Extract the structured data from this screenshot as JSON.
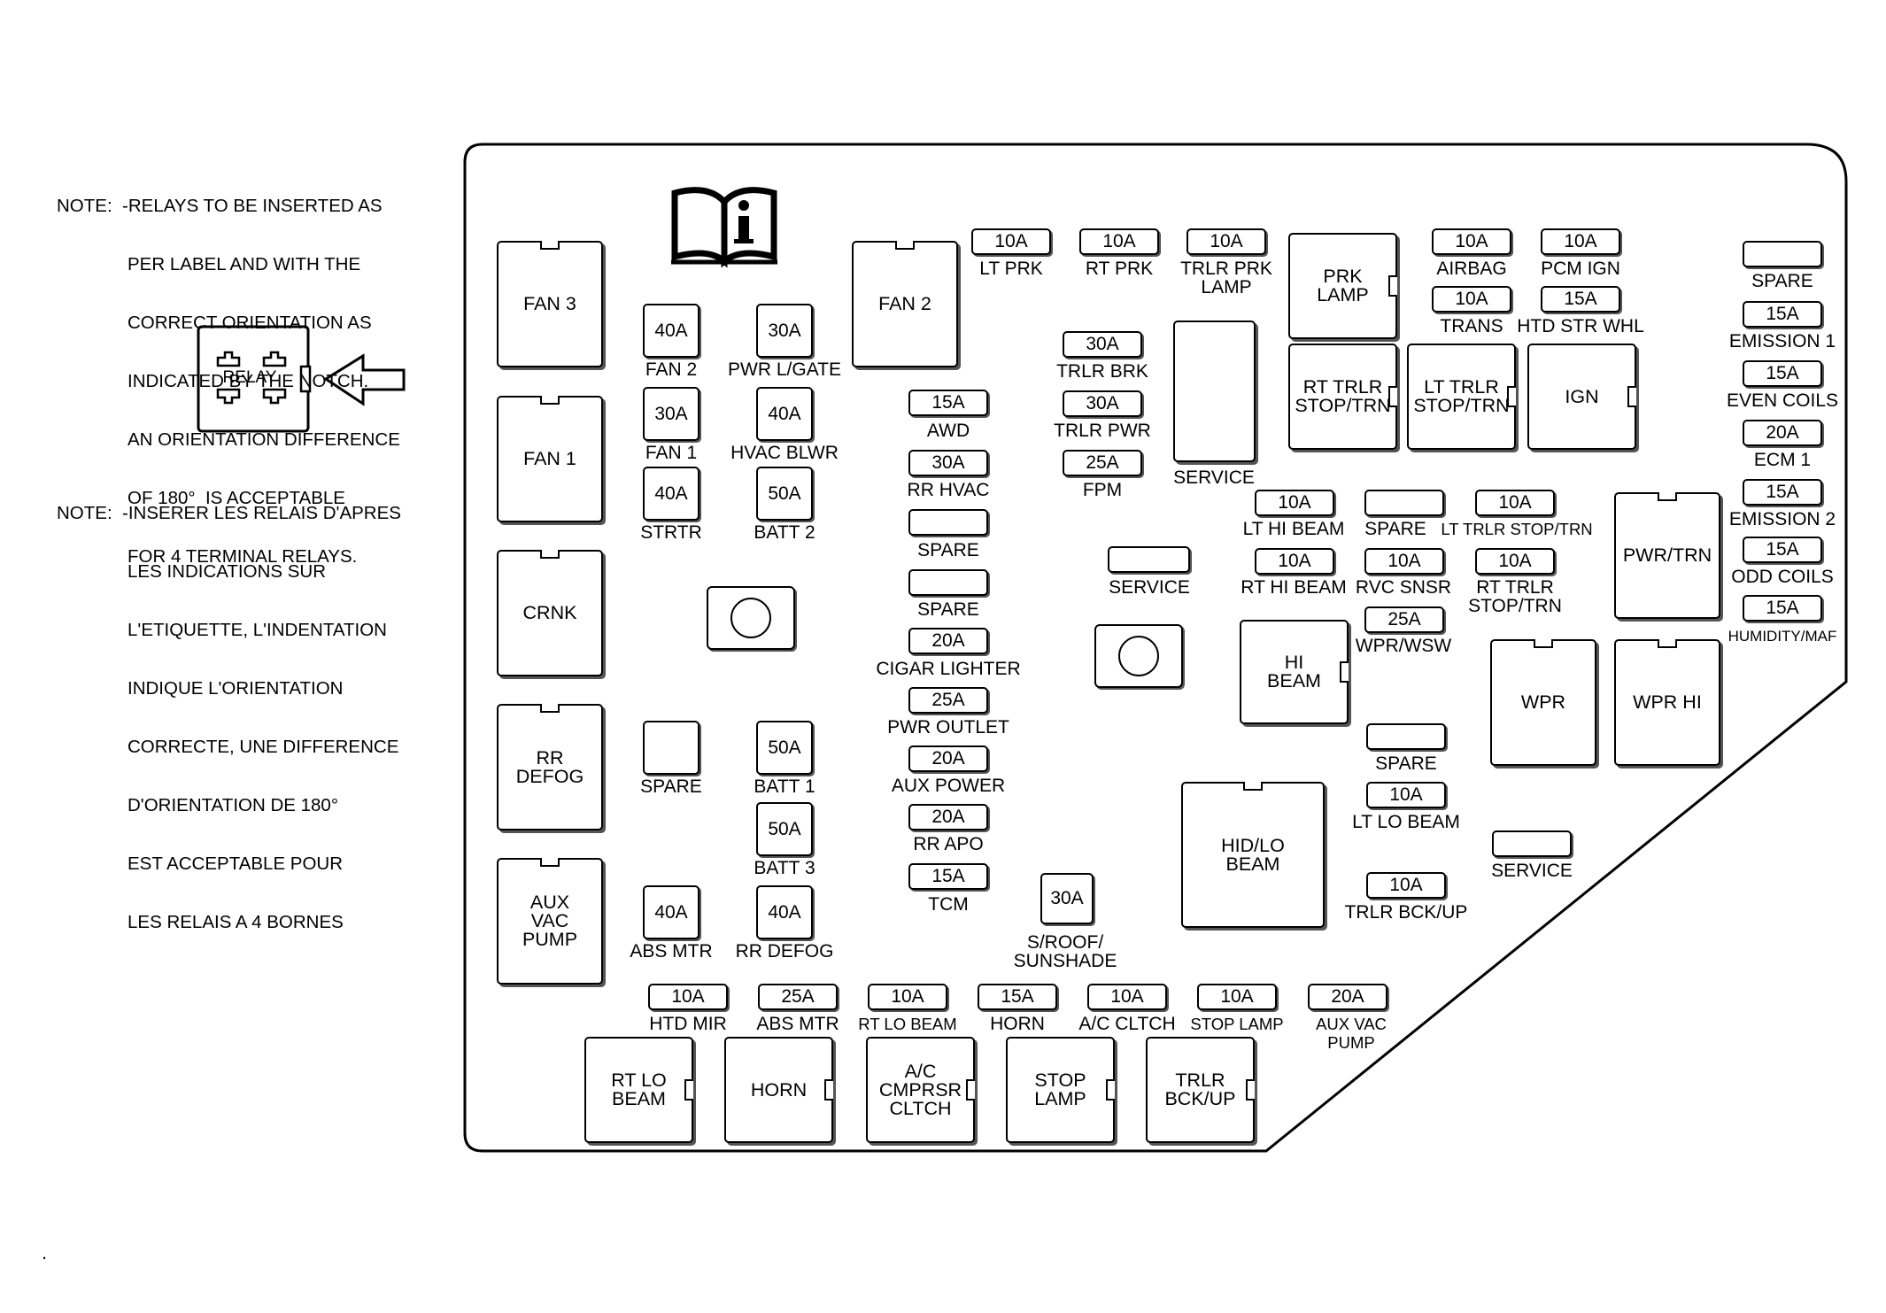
{
  "notes": {
    "en_lines": [
      "NOTE:  -RELAYS TO BE INSERTED AS",
      "PER LABEL AND WITH THE",
      "CORRECT ORIENTATION AS",
      "INDICATED BY THE NOTCH.",
      "AN ORIENTATION DIFFERENCE",
      "OF 180°  IS ACCEPTABLE",
      "FOR 4 TERMINAL RELAYS."
    ],
    "fr_lines": [
      "NOTE:  -INSERER LES RELAIS D'APRES",
      "LES INDICATIONS SUR",
      "L'ETIQUETTE, L'INDENTATION",
      "INDIQUE L'ORIENTATION",
      "CORRECTE, UNE DIFFERENCE",
      "D'ORIENTATION DE 180°",
      "EST ACCEPTABLE POUR",
      "LES RELAIS A 4 BORNES"
    ],
    "relay_legend": "RELAY"
  },
  "relays": {
    "fan3": "FAN 3",
    "fan1": "FAN 1",
    "crnk": "CRNK",
    "rr_defog": "RR\nDEFOG",
    "aux_vac_pump": "AUX\nVAC\nPUMP",
    "fan2": "FAN 2",
    "service_center": "SERVICE",
    "prk_lamp": "PRK\nLAMP",
    "rt_trlr": "RT TRLR\nSTOP/TRN",
    "lt_trlr": "LT TRLR\nSTOP/TRN",
    "ign": "IGN",
    "pwr_trn": "PWR/TRN",
    "hi_beam": "HI\nBEAM",
    "wpr": "WPR",
    "wpr_hi": "WPR HI",
    "hid_lo_beam": "HID/LO\nBEAM",
    "rt_lo_beam": "RT LO\nBEAM",
    "horn": "HORN",
    "ac_cmprsr": "A/C\nCMPRSR\nCLTCH",
    "stop_lamp": "STOP\nLAMP",
    "trlr_bckup": "TRLR\nBCK/UP"
  },
  "fuses_left": {
    "fan2": {
      "amp": "40A",
      "label": "FAN 2"
    },
    "pwr_lgate": {
      "amp": "30A",
      "label": "PWR L/GATE"
    },
    "fan1": {
      "amp": "30A",
      "label": "FAN 1"
    },
    "hvac_blwr": {
      "amp": "40A",
      "label": "HVAC BLWR"
    },
    "strtr": {
      "amp": "40A",
      "label": "STRTR"
    },
    "batt2": {
      "amp": "50A",
      "label": "BATT 2"
    },
    "spare": {
      "amp": "",
      "label": "SPARE"
    },
    "batt1": {
      "amp": "50A",
      "label": "BATT 1"
    },
    "batt3": {
      "amp": "50A",
      "label": "BATT 3"
    },
    "abs_mtr": {
      "amp": "40A",
      "label": "ABS MTR"
    },
    "rr_defog": {
      "amp": "40A",
      "label": "RR DEFOG"
    }
  },
  "fuses_center": {
    "awd": {
      "amp": "15A",
      "label": "AWD"
    },
    "rr_hvac": {
      "amp": "30A",
      "label": "RR HVAC"
    },
    "spare1": {
      "amp": "",
      "label": "SPARE"
    },
    "spare2": {
      "amp": "",
      "label": "SPARE"
    },
    "cigar": {
      "amp": "20A",
      "label": "CIGAR LIGHTER"
    },
    "pwr_outlet": {
      "amp": "25A",
      "label": "PWR OUTLET"
    },
    "aux_power": {
      "amp": "20A",
      "label": "AUX POWER"
    },
    "rr_apo": {
      "amp": "20A",
      "label": "RR APO"
    },
    "tcm": {
      "amp": "15A",
      "label": "TCM"
    },
    "sroof": {
      "amp": "30A",
      "label": "S/ROOF/\nSUNSHADE"
    },
    "trlr_brk": {
      "amp": "30A",
      "label": "TRLR BRK"
    },
    "trlr_pwr": {
      "amp": "30A",
      "label": "TRLR PWR"
    },
    "fpm": {
      "amp": "25A",
      "label": "FPM"
    },
    "service": {
      "amp": "",
      "label": "SERVICE"
    },
    "lt_prk": {
      "amp": "10A",
      "label": "LT PRK"
    },
    "rt_prk": {
      "amp": "10A",
      "label": "RT PRK"
    },
    "trlr_prk": {
      "amp": "10A",
      "label": "TRLR PRK\nLAMP"
    }
  },
  "fuses_right": {
    "airbag": {
      "amp": "10A",
      "label": "AIRBAG"
    },
    "pcm_ign": {
      "amp": "10A",
      "label": "PCM IGN"
    },
    "trans": {
      "amp": "10A",
      "label": "TRANS"
    },
    "htd_str": {
      "amp": "15A",
      "label": "HTD STR WHL"
    },
    "lt_hi_beam": {
      "amp": "10A",
      "label": "LT HI BEAM"
    },
    "spare_mid": {
      "amp": "",
      "label": "SPARE"
    },
    "lt_trlr_stop": {
      "amp": "10A",
      "label": "LT TRLR STOP/TRN"
    },
    "rt_hi_beam": {
      "amp": "10A",
      "label": "RT HI BEAM"
    },
    "rvc_snsr": {
      "amp": "10A",
      "label": "RVC SNSR"
    },
    "rt_trlr_stop": {
      "amp": "10A",
      "label": "RT TRLR\nSTOP/TRN"
    },
    "wpr_wsw": {
      "amp": "25A",
      "label": "WPR/WSW"
    },
    "spare_low": {
      "amp": "",
      "label": "SPARE"
    },
    "lt_lo_beam": {
      "amp": "10A",
      "label": "LT LO BEAM"
    },
    "trlr_bckup": {
      "amp": "10A",
      "label": "TRLR BCK/UP"
    },
    "service": {
      "amp": "",
      "label": "SERVICE"
    }
  },
  "fuses_edge": {
    "spare": {
      "amp": "",
      "label": "SPARE"
    },
    "emission1": {
      "amp": "15A",
      "label": "EMISSION 1"
    },
    "even_coils": {
      "amp": "15A",
      "label": "EVEN COILS"
    },
    "ecm1": {
      "amp": "20A",
      "label": "ECM 1"
    },
    "emission2": {
      "amp": "15A",
      "label": "EMISSION 2"
    },
    "odd_coils": {
      "amp": "15A",
      "label": "ODD COILS"
    },
    "humidity": {
      "amp": "15A",
      "label": "HUMIDITY/MAF"
    }
  },
  "fuses_bottom": {
    "htd_mir": {
      "amp": "10A",
      "label": "HTD MIR"
    },
    "abs_mtr": {
      "amp": "25A",
      "label": "ABS MTR"
    },
    "rt_lo_beam": {
      "amp": "10A",
      "label": "RT LO BEAM"
    },
    "horn": {
      "amp": "15A",
      "label": "HORN"
    },
    "ac_cltch": {
      "amp": "10A",
      "label": "A/C CLTCH"
    },
    "stop_lamp": {
      "amp": "10A",
      "label": "STOP LAMP"
    },
    "aux_vac": {
      "amp": "20A",
      "label": "AUX VAC\nPUMP"
    }
  },
  "footnote": "."
}
